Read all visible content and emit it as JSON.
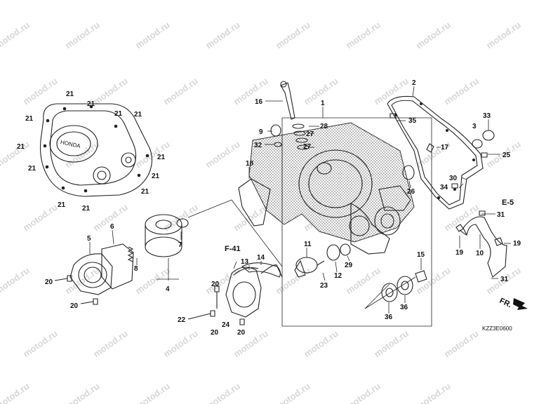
{
  "watermark": "motod.ru",
  "diagram_code": "KZZ3E0600",
  "direction_label": "FR.",
  "refs": {
    "f41": "F-41",
    "e5": "E-5"
  },
  "brand_mark": "HONDA",
  "callouts": {
    "c1": "1",
    "c2": "2",
    "c3": "3",
    "c4": "4",
    "c5": "5",
    "c6": "6",
    "c7": "7",
    "c8": "8",
    "c9": "9",
    "c10": "10",
    "c11": "11",
    "c12": "12",
    "c13": "13",
    "c14": "14",
    "c15": "15",
    "c16": "16",
    "c17": "17",
    "c18": "18",
    "c19": "19",
    "c20": "20",
    "c21": "21",
    "c22": "22",
    "c23": "23",
    "c24": "24",
    "c25": "25",
    "c26": "26",
    "c27": "27",
    "c28": "28",
    "c29": "29",
    "c30": "30",
    "c31": "31",
    "c32": "32",
    "c33": "33",
    "c34": "34",
    "c35": "35",
    "c36": "36"
  }
}
